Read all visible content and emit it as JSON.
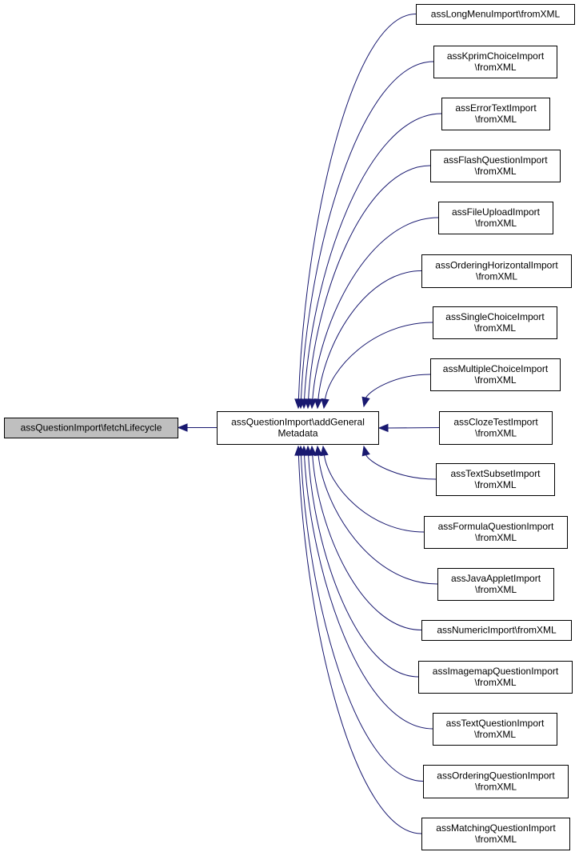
{
  "colors": {
    "edge": "#191970",
    "node_fill": "#ffffff",
    "highlight_fill": "#bfbfbf",
    "border": "#000000"
  },
  "nodes": [
    {
      "id": "fetch",
      "lines": [
        "assQuestionImport\\fetchLifecycle"
      ],
      "highlight": true
    },
    {
      "id": "addmeta",
      "lines": [
        "assQuestionImport\\addGeneral",
        "Metadata"
      ]
    },
    {
      "id": "c0",
      "lines": [
        "assLongMenuImport\\fromXML"
      ]
    },
    {
      "id": "c1",
      "lines": [
        "assKprimChoiceImport",
        "\\fromXML"
      ]
    },
    {
      "id": "c2",
      "lines": [
        "assErrorTextImport",
        "\\fromXML"
      ]
    },
    {
      "id": "c3",
      "lines": [
        "assFlashQuestionImport",
        "\\fromXML"
      ]
    },
    {
      "id": "c4",
      "lines": [
        "assFileUploadImport",
        "\\fromXML"
      ]
    },
    {
      "id": "c5",
      "lines": [
        "assOrderingHorizontalImport",
        "\\fromXML"
      ]
    },
    {
      "id": "c6",
      "lines": [
        "assSingleChoiceImport",
        "\\fromXML"
      ]
    },
    {
      "id": "c7",
      "lines": [
        "assMultipleChoiceImport",
        "\\fromXML"
      ]
    },
    {
      "id": "c8",
      "lines": [
        "assClozeTestImport",
        "\\fromXML"
      ]
    },
    {
      "id": "c9",
      "lines": [
        "assTextSubsetImport",
        "\\fromXML"
      ]
    },
    {
      "id": "c10",
      "lines": [
        "assFormulaQuestionImport",
        "\\fromXML"
      ]
    },
    {
      "id": "c11",
      "lines": [
        "assJavaAppletImport",
        "\\fromXML"
      ]
    },
    {
      "id": "c12",
      "lines": [
        "assNumericImport\\fromXML"
      ]
    },
    {
      "id": "c13",
      "lines": [
        "assImagemapQuestionImport",
        "\\fromXML"
      ]
    },
    {
      "id": "c14",
      "lines": [
        "assTextQuestionImport",
        "\\fromXML"
      ]
    },
    {
      "id": "c15",
      "lines": [
        "assOrderingQuestionImport",
        "\\fromXML"
      ]
    },
    {
      "id": "c16",
      "lines": [
        "assMatchingQuestionImport",
        "\\fromXML"
      ]
    }
  ],
  "edges": [
    {
      "from": "addmeta",
      "to": "fetch"
    },
    {
      "from": "c0",
      "to": "addmeta"
    },
    {
      "from": "c1",
      "to": "addmeta"
    },
    {
      "from": "c2",
      "to": "addmeta"
    },
    {
      "from": "c3",
      "to": "addmeta"
    },
    {
      "from": "c4",
      "to": "addmeta"
    },
    {
      "from": "c5",
      "to": "addmeta"
    },
    {
      "from": "c6",
      "to": "addmeta"
    },
    {
      "from": "c7",
      "to": "addmeta"
    },
    {
      "from": "c8",
      "to": "addmeta"
    },
    {
      "from": "c9",
      "to": "addmeta"
    },
    {
      "from": "c10",
      "to": "addmeta"
    },
    {
      "from": "c11",
      "to": "addmeta"
    },
    {
      "from": "c12",
      "to": "addmeta"
    },
    {
      "from": "c13",
      "to": "addmeta"
    },
    {
      "from": "c14",
      "to": "addmeta"
    },
    {
      "from": "c15",
      "to": "addmeta"
    },
    {
      "from": "c16",
      "to": "addmeta"
    }
  ]
}
